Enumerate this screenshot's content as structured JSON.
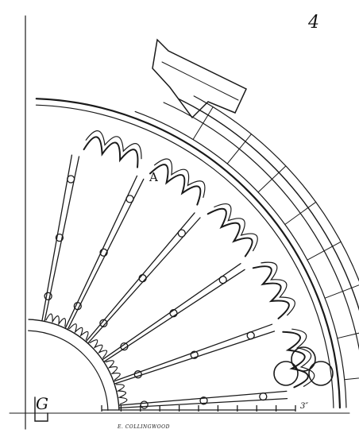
{
  "labels": {
    "plate_number": "4",
    "detail_a": "A",
    "corner_mark": "G",
    "scale_end": "3″",
    "artist_signature": "E. COLLINGWOOD"
  },
  "colors": {
    "ink": "#1a1a1a",
    "paper": "#ffffff"
  },
  "scale": {
    "divisions": 10
  }
}
